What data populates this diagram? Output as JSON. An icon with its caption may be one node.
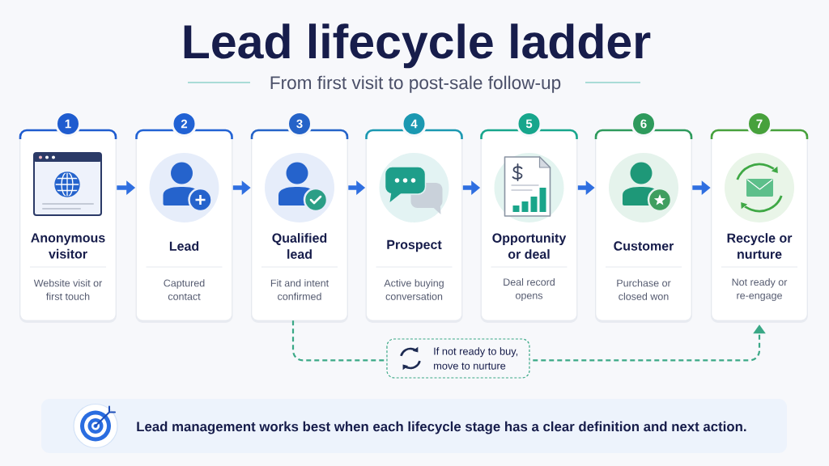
{
  "diagram": {
    "title": "Lead lifecycle ladder",
    "nodes": [
      {
        "text": [
          "1",
          "Anonymous visitor",
          "Website visit or first touch"
        ]
      },
      {
        "text": [
          "2",
          "Lead",
          "Captured contact"
        ]
      },
      {
        "text": [
          "3",
          "Qualified lead",
          "Fit and intent confirmed"
        ]
      },
      {
        "text": [
          "4",
          "Prospect",
          "Active buying conversation"
        ]
      },
      {
        "text": [
          "5",
          "Opportunity or deal",
          "Deal record opens"
        ]
      },
      {
        "text": [
          "6",
          "Customer",
          "Purchase or closed won"
        ]
      },
      {
        "text": [
          "7",
          "Recycle or nurture",
          "Not ready or re-engage"
        ]
      },
      {
        "text": [
          "Lead management works best when each lifecycle stage has a clear definition and next action."
        ]
      }
    ],
    "edges": [
      {
        "from": 0,
        "to": 1,
        "arrow": "to"
      },
      {
        "from": 1,
        "to": 2,
        "arrow": "to"
      },
      {
        "from": 2,
        "to": 3,
        "arrow": "to"
      },
      {
        "from": 3,
        "to": 4,
        "arrow": "to"
      },
      {
        "from": 4,
        "to": 5,
        "arrow": "to"
      },
      {
        "from": 5,
        "to": 6,
        "arrow": "to"
      },
      {
        "from": 2,
        "to": 6,
        "arrow": "to",
        "style": "dashed",
        "color": "#3aa886",
        "label": "If not ready to buy, move to nurture"
      }
    ],
    "labels": [
      "From first visit to post-sale follow-up"
    ]
  }
}
